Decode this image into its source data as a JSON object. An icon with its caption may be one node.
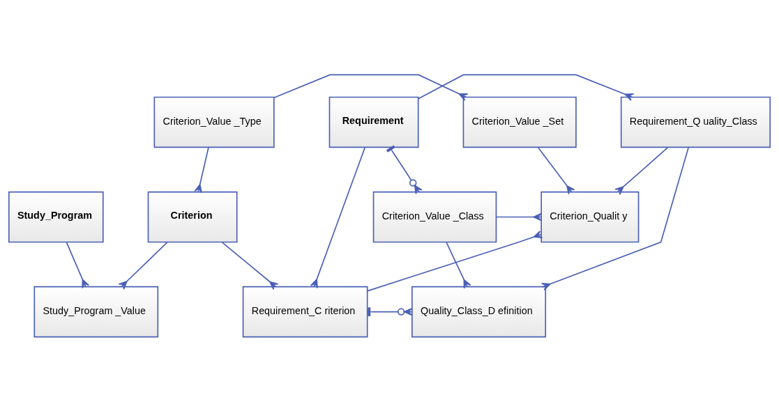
{
  "diagram": {
    "nodes": [
      {
        "text": [
          "Criterion_Value _Type"
        ]
      },
      {
        "text": [
          "Criterion_Value _Set"
        ]
      },
      {
        "text": [
          "Requirement_Q uality_Class"
        ]
      },
      {
        "text": [
          "Requirement"
        ]
      },
      {
        "text": [
          "Criterion"
        ]
      },
      {
        "text": [
          "Criterion_Qualit y"
        ]
      },
      {
        "text": [
          "Criterion_Value _Class"
        ]
      },
      {
        "text": [
          "Study_Program _Value"
        ]
      },
      {
        "text": [
          "Requirement_C riterion"
        ]
      },
      {
        "text": [
          "Quality_Class_D efinition"
        ]
      },
      {
        "text": [
          "Study_Program"
        ]
      }
    ],
    "edges": [
      {
        "from": 0,
        "to": 1,
        "arrow": "other"
      },
      {
        "from": 0,
        "to": 4,
        "arrow": "other"
      },
      {
        "from": 1,
        "to": 5,
        "arrow": "other"
      },
      {
        "from": 2,
        "to": 5,
        "arrow": "other"
      },
      {
        "from": 3,
        "to": 2,
        "arrow": "other"
      },
      {
        "from": 3,
        "to": 6,
        "arrow": "other"
      },
      {
        "from": 6,
        "to": 5,
        "arrow": "other"
      },
      {
        "from": 2,
        "to": 9,
        "arrow": "other"
      },
      {
        "from": 6,
        "to": 9,
        "arrow": "other"
      },
      {
        "from": 4,
        "to": 8,
        "arrow": "other"
      },
      {
        "from": 4,
        "to": 7,
        "arrow": "other"
      },
      {
        "from": 10,
        "to": 7,
        "arrow": "other"
      },
      {
        "from": 8,
        "to": 5,
        "arrow": "other"
      },
      {
        "from": 8,
        "to": 9,
        "arrow": "other"
      },
      {
        "from": 3,
        "to": 8,
        "arrow": "other"
      }
    ]
  }
}
